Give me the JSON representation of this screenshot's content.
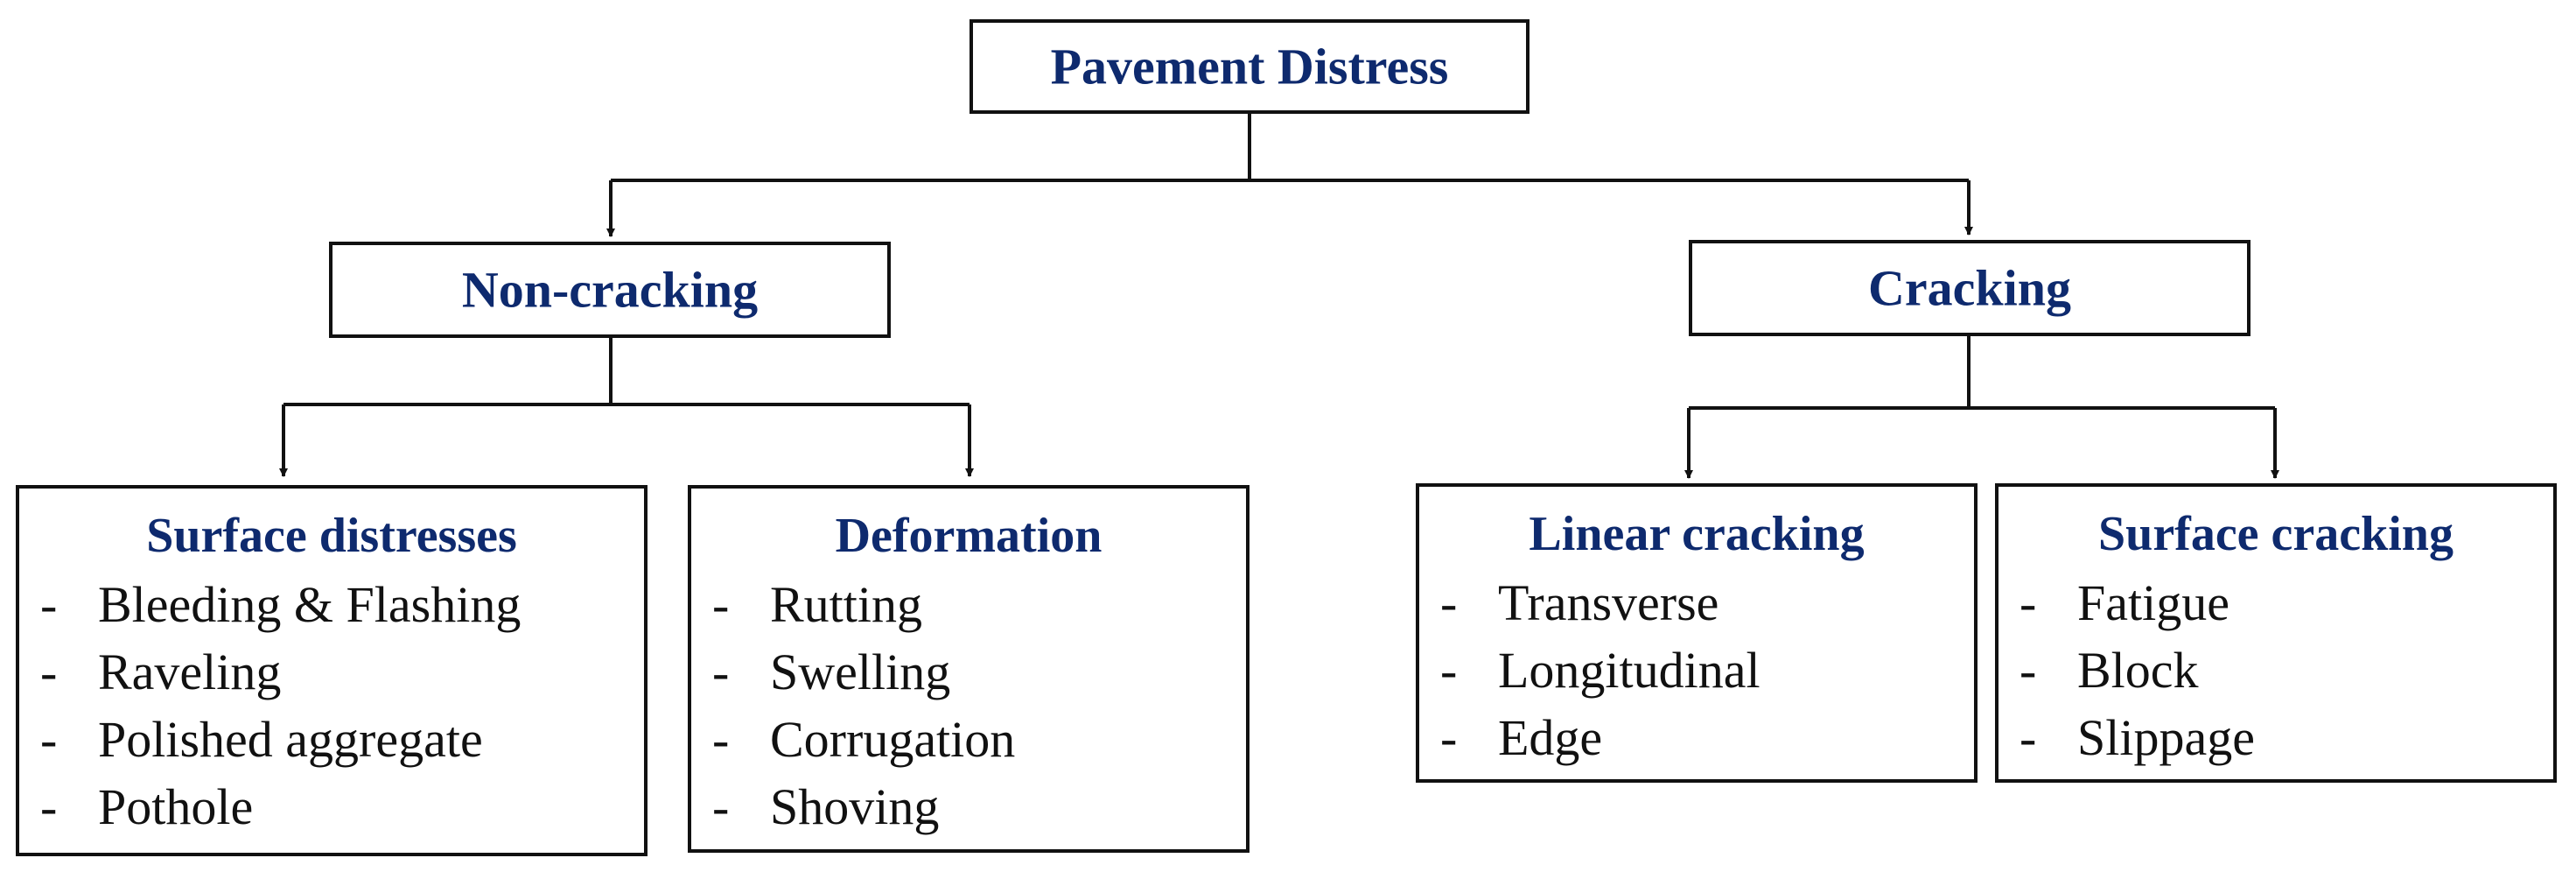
{
  "root": {
    "title": "Pavement Distress"
  },
  "branches": [
    {
      "title": "Non-cracking",
      "leaves": [
        {
          "title": "Surface distresses",
          "items": [
            "Bleeding & Flashing",
            "Raveling",
            "Polished aggregate",
            "Pothole"
          ]
        },
        {
          "title": "Deformation",
          "items": [
            "Rutting",
            "Swelling",
            "Corrugation",
            "Shoving"
          ]
        }
      ]
    },
    {
      "title": "Cracking",
      "leaves": [
        {
          "title": "Linear cracking",
          "items": [
            "Transverse",
            "Longitudinal",
            "Edge"
          ]
        },
        {
          "title": "Surface cracking",
          "items": [
            "Fatigue",
            "Block",
            "Slippage"
          ]
        }
      ]
    }
  ],
  "bullet": "-",
  "colors": {
    "title": "#0e2a6e",
    "text": "#111111",
    "border": "#111111"
  }
}
